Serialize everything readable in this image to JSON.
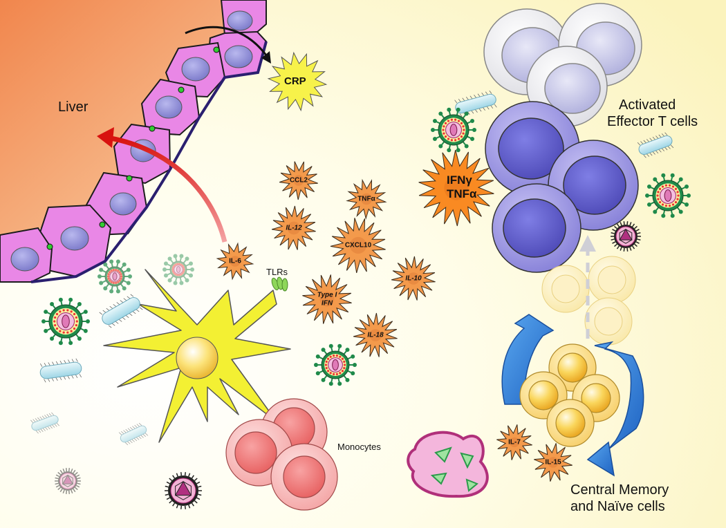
{
  "labels": {
    "liver": "Liver",
    "crp": "CRP",
    "activated": "Activated",
    "effector": "Effector T cells",
    "ifng": "IFNγ",
    "tnfa_big": "TNFα",
    "tlrs": "TLRs",
    "monocytes": "Monocytes",
    "central": "Central Memory",
    "naive": "and Naïve cells"
  },
  "cytokines": {
    "ccl2": "CCL2",
    "tnfa": "TNFα",
    "il12": "IL-12",
    "cxcl10": "CXCL10",
    "il6": "IL-6",
    "il10": "IL-10",
    "type1": "Type I",
    "ifn": "IFN",
    "il18": "IL-18",
    "il7": "IL-7",
    "il15": "IL-15"
  },
  "colors": {
    "background_warm": "#fffbe0",
    "liver_orange": "#f49a5e",
    "hepatocyte": "#e987e6",
    "nucleus": "#8f8ed6",
    "dendritic": "#f3f033",
    "effector_t": "#8e86dc",
    "memory_t": "#f7c23c",
    "monocyte": "#f5b2b2",
    "arrow_red": "#e0201c",
    "cycle_blue": "#3d88d8",
    "burst_orange": "#f39a4c",
    "burst_yellow": "#f7f24a"
  }
}
